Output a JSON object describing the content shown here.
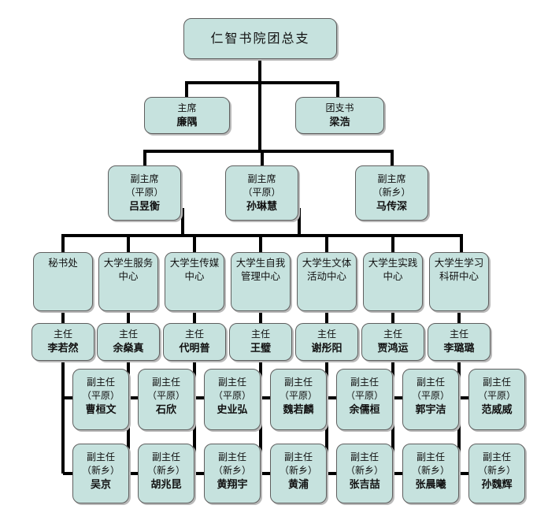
{
  "root": {
    "label": "仁智书院团总支"
  },
  "labels": {
    "vice_chair": "副主席",
    "director": "主任",
    "deputy": "副主任",
    "pingyuan": "（平原）",
    "xinxiang": "（新乡）"
  },
  "level2": [
    {
      "title": "主席",
      "name": "廉隅"
    },
    {
      "title": "团支书",
      "name": "梁浩"
    }
  ],
  "level3": [
    {
      "campus": "（平原）",
      "name": "吕昱衡"
    },
    {
      "campus": "（平原）",
      "name": "孙琳慧"
    },
    {
      "campus": "（新乡）",
      "name": "马传深"
    }
  ],
  "columns": [
    {
      "dept": "秘书处",
      "director": "李若然",
      "deputy_pingyuan": "曹桓文",
      "deputy_xinxiang": "吴京"
    },
    {
      "dept": "大学生服务中心",
      "director": "余燊真",
      "deputy_pingyuan": "石欣",
      "deputy_xinxiang": "胡兆昆"
    },
    {
      "dept": "大学生传媒中心",
      "director": "代明普",
      "deputy_pingyuan": "史业弘",
      "deputy_xinxiang": "黄翔宇"
    },
    {
      "dept": "大学生自我管理中心",
      "director": "王璧",
      "deputy_pingyuan": "魏若麟",
      "deputy_xinxiang": "黄浦"
    },
    {
      "dept": "大学生文体活动中心",
      "director": "谢彤阳",
      "deputy_pingyuan": "余儒桓",
      "deputy_xinxiang": "张吉喆"
    },
    {
      "dept": "大学生实践中心",
      "director": "贾鸿运",
      "deputy_pingyuan": "郭宇洁",
      "deputy_xinxiang": "张晨曦"
    },
    {
      "dept": "大学生学习科研中心",
      "director": "李璐璐",
      "deputy_pingyuan": "范威威",
      "deputy_xinxiang": "孙魏辉"
    }
  ],
  "colors": {
    "box_fill": "#c6e2de",
    "box_border": "#5e5e5e",
    "line": "#000000",
    "background": "#ffffff"
  }
}
